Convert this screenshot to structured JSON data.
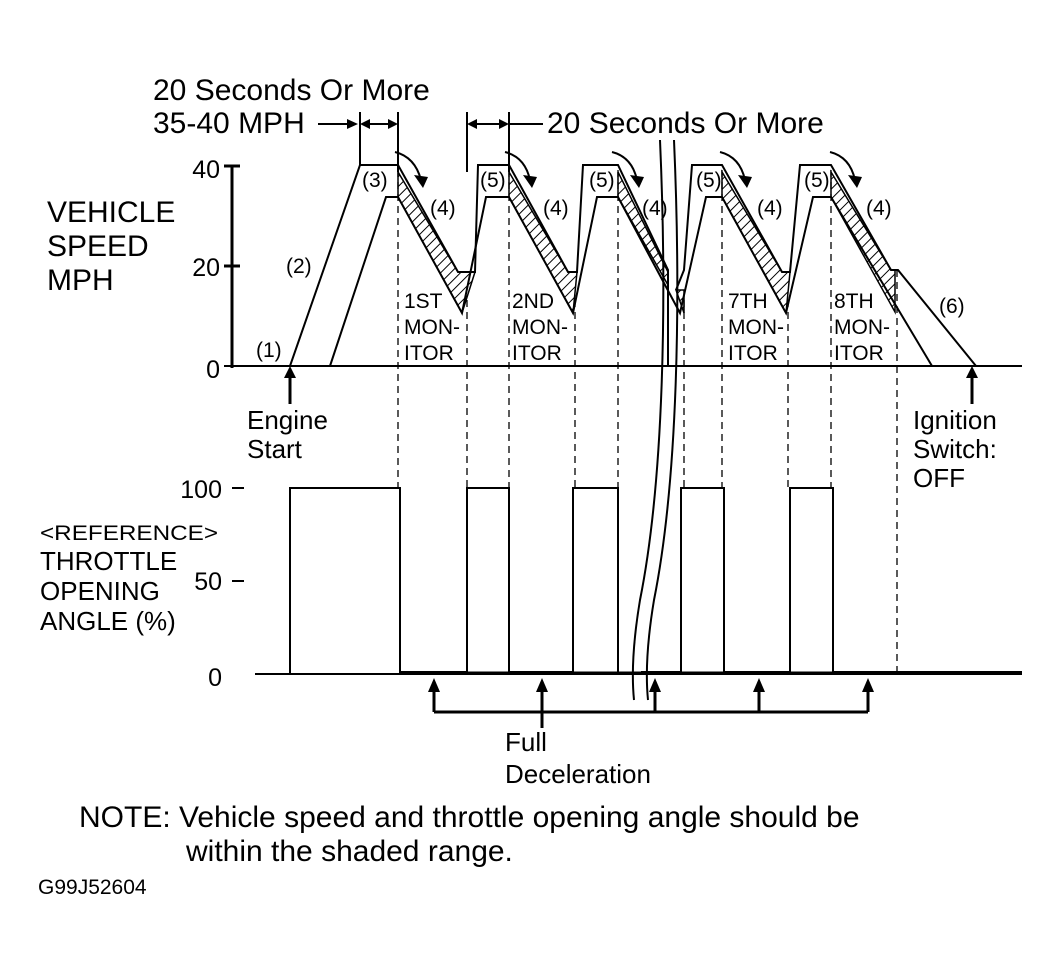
{
  "top_label_1": "20 Seconds Or More",
  "top_label_2": "35-40 MPH",
  "top_label_3": "20 Seconds Or More",
  "speed_axis": {
    "label_lines": [
      "VEHICLE",
      "SPEED",
      "MPH"
    ],
    "ticks": [
      "40",
      "20",
      "0"
    ]
  },
  "throttle_axis": {
    "label_lines": [
      "<REFERENCE>",
      "THROTTLE",
      "OPENING",
      "ANGLE (%)"
    ],
    "ticks": [
      "100",
      "50",
      "0"
    ]
  },
  "step_labels": {
    "s1": "(1)",
    "s2": "(2)",
    "s3": "(3)",
    "s4": "(4)",
    "s5": "(5)",
    "s6": "(6)"
  },
  "monitors": [
    {
      "lines": [
        "1ST",
        "MON-",
        "ITOR"
      ]
    },
    {
      "lines": [
        "2ND",
        "MON-",
        "ITOR"
      ]
    },
    {
      "lines": [
        "7TH",
        "MON-",
        "ITOR"
      ]
    },
    {
      "lines": [
        "8TH",
        "MON-",
        "ITOR"
      ]
    }
  ],
  "engine_start_lines": [
    "Engine",
    "Start"
  ],
  "ignition_lines": [
    "Ignition",
    "Switch:",
    "OFF"
  ],
  "full_decel_lines": [
    "Full",
    "Deceleration"
  ],
  "note_lines": [
    "NOTE: Vehicle speed and throttle opening angle should be",
    "within the shaded range."
  ],
  "figure_id": "G99J52604"
}
